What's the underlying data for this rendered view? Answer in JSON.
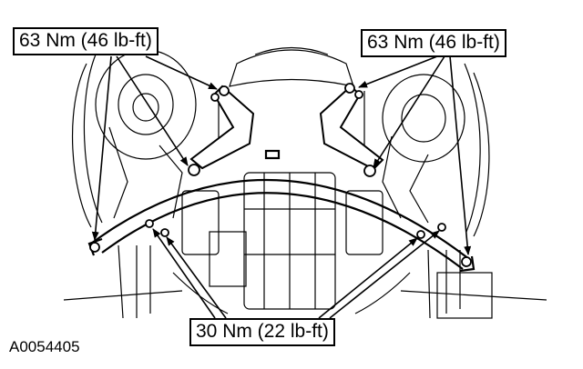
{
  "callouts": {
    "top_left": "63 Nm (46 lb-ft)",
    "top_right": "63 Nm (46 lb-ft)",
    "bottom": "30 Nm (22 lb-ft)"
  },
  "figure_id": "A0054405"
}
